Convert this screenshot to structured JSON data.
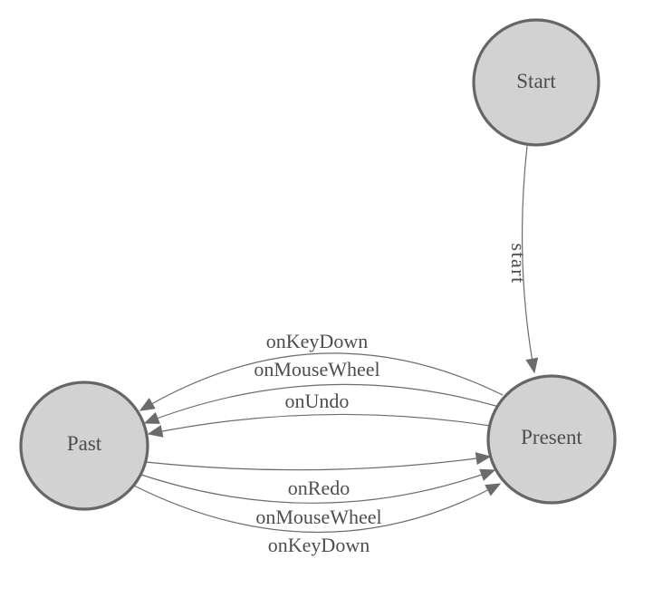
{
  "diagram": {
    "kind": "state-diagram",
    "colors": {
      "node_fill": "#d2d2d2",
      "node_stroke": "#666666",
      "edge_stroke": "#6b6b6b",
      "text": "#4d4d4d"
    },
    "nodes": [
      {
        "id": "start",
        "label": "Start"
      },
      {
        "id": "present",
        "label": "Present"
      },
      {
        "id": "past",
        "label": "Past"
      }
    ],
    "edges": [
      {
        "from": "Start",
        "to": "Present",
        "label": "start"
      },
      {
        "from": "Present",
        "to": "Past",
        "label": "onKeyDown"
      },
      {
        "from": "Present",
        "to": "Past",
        "label": "onMouseWheel"
      },
      {
        "from": "Present",
        "to": "Past",
        "label": "onUndo"
      },
      {
        "from": "Past",
        "to": "Present",
        "label": "onRedo"
      },
      {
        "from": "Past",
        "to": "Present",
        "label": "onMouseWheel"
      },
      {
        "from": "Past",
        "to": "Present",
        "label": "onKeyDown"
      }
    ]
  }
}
